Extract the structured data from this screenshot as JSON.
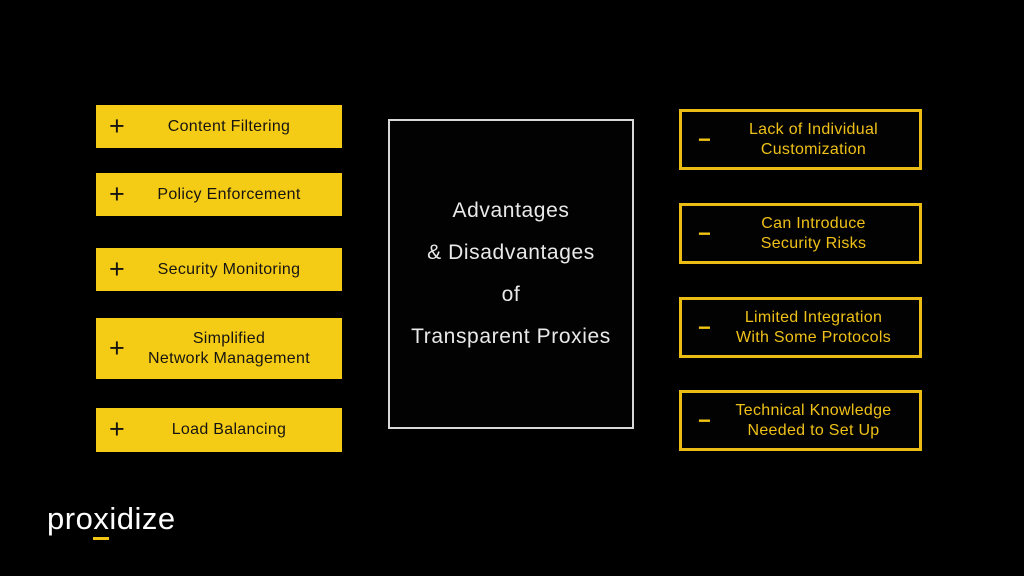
{
  "page": {
    "background": "#000000"
  },
  "colors": {
    "advantage_fill_yellow": "#F5CC15",
    "disadvantage_outline_yellow": "#EBBD14",
    "disadvantage_text_yellow": "#EFC118",
    "center_border": "#D8D8D8",
    "center_text": "#E9E9E9",
    "logo_white": "#FFFFFF",
    "logo_underline_yellow": "#F2C413"
  },
  "center_panel": {
    "title": "Advantages\n& Disadvantages\nof\nTransparent Proxies"
  },
  "advantages": {
    "plus_icon": "+",
    "items": [
      "Content Filtering",
      "Policy Enforcement",
      "Security Monitoring",
      "Simplified\nNetwork Management",
      "Load Balancing"
    ]
  },
  "disadvantages": {
    "minus_icon": "−",
    "items": [
      "Lack of Individual\nCustomization",
      "Can Introduce\nSecurity Risks",
      "Limited Integration\nWith Some Protocols",
      "Technical Knowledge\nNeeded to Set Up"
    ]
  },
  "logo": {
    "pre": "pro",
    "x": "x",
    "post": "idize"
  }
}
